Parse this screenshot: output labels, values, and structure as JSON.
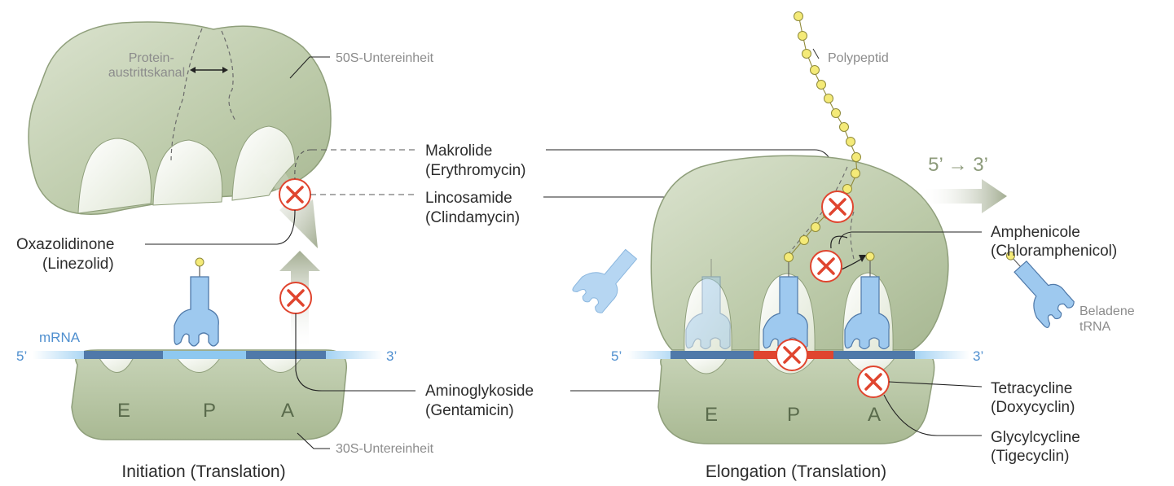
{
  "colors": {
    "ribosome": "#c3d0b2",
    "ribosome_dark": "#a9b993",
    "mrna_light": "#8ec8f0",
    "mrna_dark": "#4f79a9",
    "mrna_red": "#e0452f",
    "trna": "#9ec9ef",
    "polypeptide": "#f4ea78",
    "inhibit_red": "#e0452f"
  },
  "left": {
    "title": "Initiation (Translation)",
    "subunit_50s": "50S-Untereinheit",
    "subunit_30s": "30S-Untereinheit",
    "channel_line1": "Protein-",
    "channel_line2": "austrittskanal",
    "mrna_label": "mRNA",
    "five_prime": "5’",
    "three_prime": "3’",
    "site_e": "E",
    "site_p": "P",
    "site_a": "A"
  },
  "right": {
    "title": "Elongation (Translation)",
    "polypeptide": "Polypeptid",
    "direction": "5’ → 3’",
    "loaded_trna_line1": "Beladene",
    "loaded_trna_line2": "tRNA",
    "five_prime": "5’",
    "three_prime": "3’",
    "site_e": "E",
    "site_p": "P",
    "site_a": "A"
  },
  "antibiotics": {
    "makrolide_class": "Makrolide",
    "makrolide_drug": "(Erythromycin)",
    "lincosamide_class": "Lincosamide",
    "lincosamide_drug": "(Clindamycin)",
    "oxazolidinone_class": "Oxazolidinone",
    "oxazolidinone_drug": "(Linezolid)",
    "aminoglykoside_class": "Aminoglykoside",
    "aminoglykoside_drug": "(Gentamicin)",
    "amphenicole_class": "Amphenicole",
    "amphenicole_drug": "(Chloramphenicol)",
    "tetracycline_class": "Tetracycline",
    "tetracycline_drug": "(Doxycyclin)",
    "glycylcycline_class": "Glycylcycline",
    "glycylcycline_drug": "(Tigecyclin)"
  }
}
